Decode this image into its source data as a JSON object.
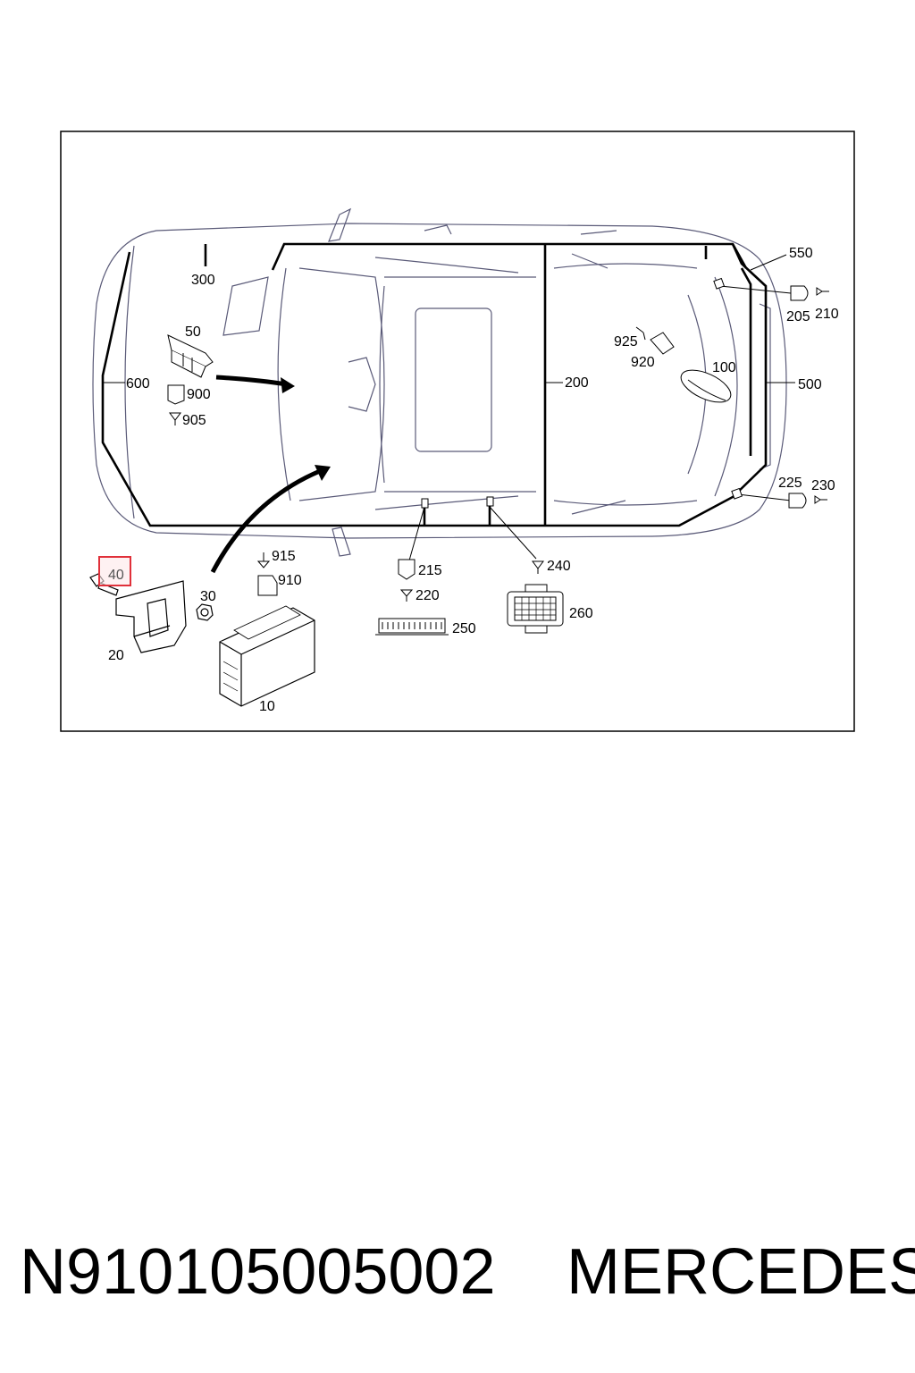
{
  "diagram": {
    "callouts": [
      "300",
      "50",
      "900",
      "905",
      "600",
      "200",
      "925",
      "920",
      "100",
      "550",
      "205",
      "210",
      "500",
      "225",
      "230",
      "915",
      "910",
      "215",
      "220",
      "240",
      "250",
      "260",
      "40",
      "30",
      "20",
      "10"
    ],
    "highlight_color": "#e0303a"
  },
  "footer": {
    "part_number": "N910105005002",
    "brand": "MERCEDES"
  }
}
